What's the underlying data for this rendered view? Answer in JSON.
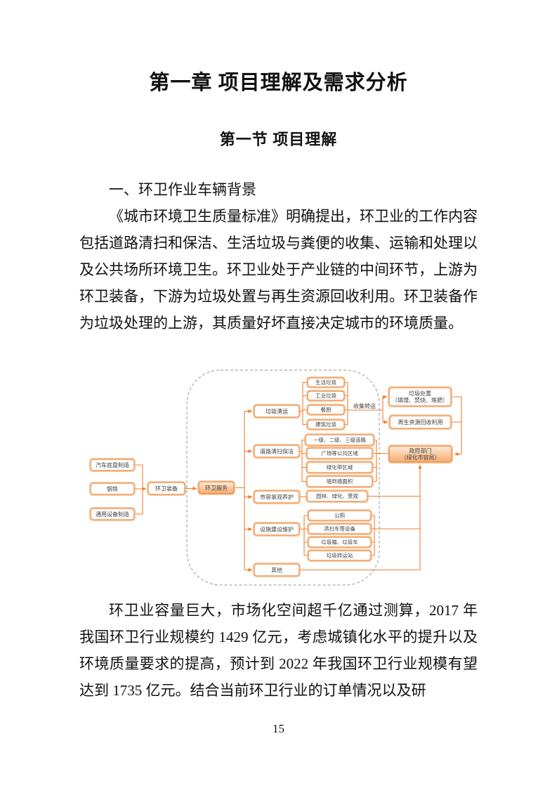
{
  "document": {
    "chapter_title": "第一章 项目理解及需求分析",
    "section_title": "第一节 项目理解",
    "list_heading": "一、环卫作业车辆背景",
    "paragraph1": "《城市环境卫生质量标准》明确提出，环卫业的工作内容包括道路清扫和保洁、生活垃圾与粪便的收集、运输和处理以及公共场所环境卫生。环卫业处于产业链的中间环节，上游为环卫装备，下游为垃圾处置与再生资源回收利用。环卫装备作为垃圾处理的上游，其质量好坏直接决定城市的环境质量。",
    "paragraph2": "环卫业容量巨大，市场化空间超千亿通过测算，2017 年我国环卫行业规模约 1429 亿元，考虑城镇化水平的提升以及环境质量要求的提高，预计到 2022 年我国环卫行业规模有望达到 1735 亿元。结合当前环卫行业的订单情况以及研",
    "page_number": "15"
  },
  "diagram": {
    "nodes": {
      "chassis": "汽车底盘制造",
      "steel": "钢铁",
      "general_equipment": "通用设备制造",
      "sanitation_equipment": "环卫装备",
      "sanitation_service": "环卫服务",
      "cat_waste_clearing": "垃圾清运",
      "cat_road_cleaning": "道路清扫保洁",
      "cat_cityscape": "市容景观养护",
      "cat_facility": "设施建设维护",
      "cat_other": "其他",
      "domestic_waste": "生活垃圾",
      "industrial_waste": "工业垃圾",
      "kitchen_waste": "餐厨",
      "construction_waste": "建筑垃圾",
      "roads": "一级、二级、三级道路",
      "public_areas": "广场等公共区域",
      "green_belt": "绿化带区域",
      "wall_to_wall": "墙到墙面积",
      "garden_landscape": "园林、绿化、景观",
      "public_toilet": "公厕",
      "sweeper_equipment": "清扫车等设备",
      "bins_trucks": "垃圾箱、垃圾车",
      "transfer_station": "垃圾转运站",
      "waste_disposal": "垃圾处置\n（填埋、焚烧、堆肥）",
      "recycling": "再生资源回收利用",
      "government": "政府部门\n（绿化市容局）"
    },
    "edge_label": "收集转运",
    "colors": {
      "line": "#ED7D31",
      "box_border": "#ED7D31",
      "box_outer_ring": "#F7C999",
      "box_fill": "#FFFFFF",
      "highlight_fill_top": "#FDEBDB",
      "highlight_fill_bottom": "#F5AC6E",
      "boundary": "#A6A6A6",
      "text": "#3F3F3F"
    }
  }
}
